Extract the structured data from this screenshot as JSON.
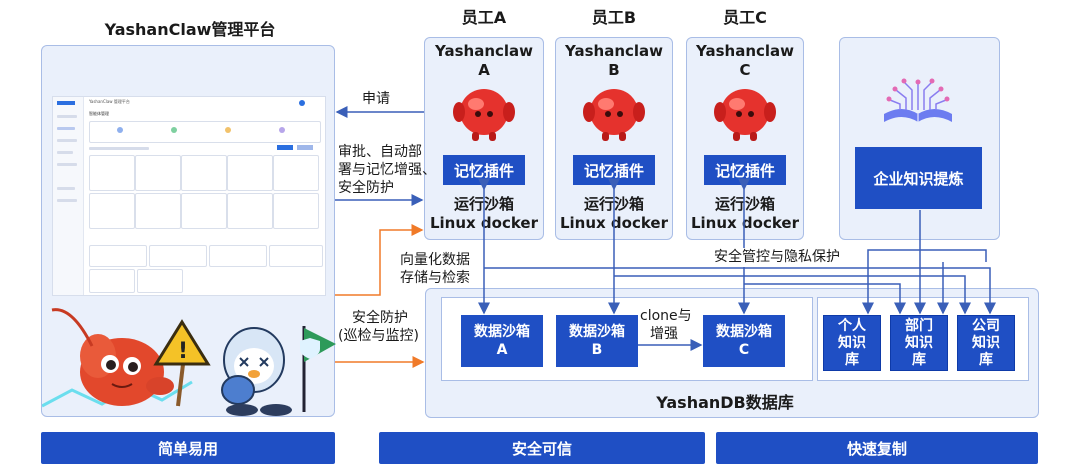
{
  "platform": {
    "title": "YashanClaw管理平台",
    "screenshot_header": "YashanClaw 管理平台",
    "screenshot_subheader": "智能体管理"
  },
  "employees": [
    {
      "header": "员工A",
      "name_line1": "Yashanclaw",
      "name_line2": "A",
      "plugin": "记忆插件",
      "runtime_line1": "运行沙箱",
      "runtime_line2": "Linux docker"
    },
    {
      "header": "员工B",
      "name_line1": "Yashanclaw",
      "name_line2": "B",
      "plugin": "记忆插件",
      "runtime_line1": "运行沙箱",
      "runtime_line2": "Linux docker"
    },
    {
      "header": "员工C",
      "name_line1": "Yashanclaw",
      "name_line2": "C",
      "plugin": "记忆插件",
      "runtime_line1": "运行沙箱",
      "runtime_line2": "Linux docker"
    }
  ],
  "knowledge_refine": {
    "label": "企业知识提炼"
  },
  "labels": {
    "apply": "申请",
    "approve_line1": "审批、自动部",
    "approve_line2": "署与记忆增强、",
    "approve_line3": "安全防护",
    "vector_line1": "向量化数据",
    "vector_line2": "存储与检索",
    "security_line1": "安全防护",
    "security_line2": "(巡检与监控)",
    "privacy": "安全管控与隐私保护",
    "clone_line1": "clone与",
    "clone_line2": "增强"
  },
  "database": {
    "title": "YashanDB数据库",
    "sandboxes": [
      {
        "line1": "数据沙箱",
        "line2": "A"
      },
      {
        "line1": "数据沙箱",
        "line2": "B"
      },
      {
        "line1": "数据沙箱",
        "line2": "C"
      }
    ],
    "knowledge_bases": [
      {
        "line1": "个人",
        "line2": "知识",
        "line3": "库"
      },
      {
        "line1": "部门",
        "line2": "知识",
        "line3": "库"
      },
      {
        "line1": "公司",
        "line2": "知识",
        "line3": "库"
      }
    ]
  },
  "footer": [
    "简单易用",
    "安全可信",
    "快速复制"
  ],
  "colors": {
    "primary_blue": "#1f4fc4",
    "panel_bg": "#eaf0fb",
    "arrow_orange": "#f07a28",
    "arrow_blue": "#3a5fb8"
  }
}
